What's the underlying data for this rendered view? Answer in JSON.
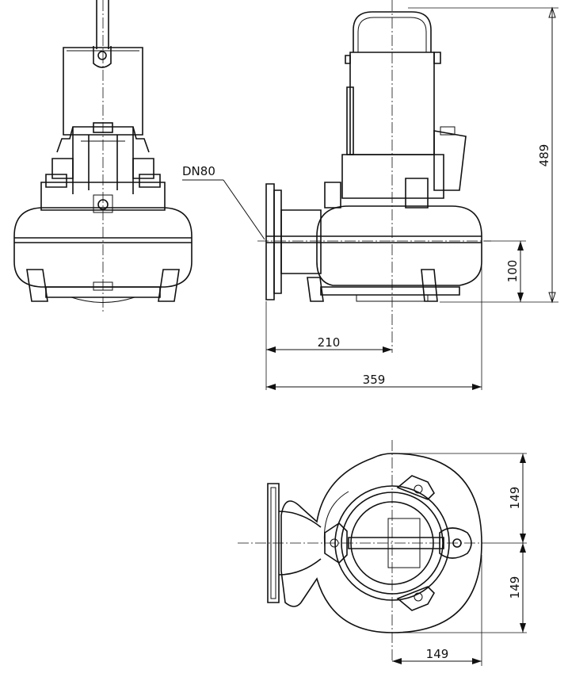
{
  "labels": {
    "flange": "DN80",
    "height_total": "489",
    "height_flange": "100",
    "width_to_center": "210",
    "width_total": "359",
    "top_upper": "149",
    "top_lower": "149",
    "top_right": "149"
  }
}
